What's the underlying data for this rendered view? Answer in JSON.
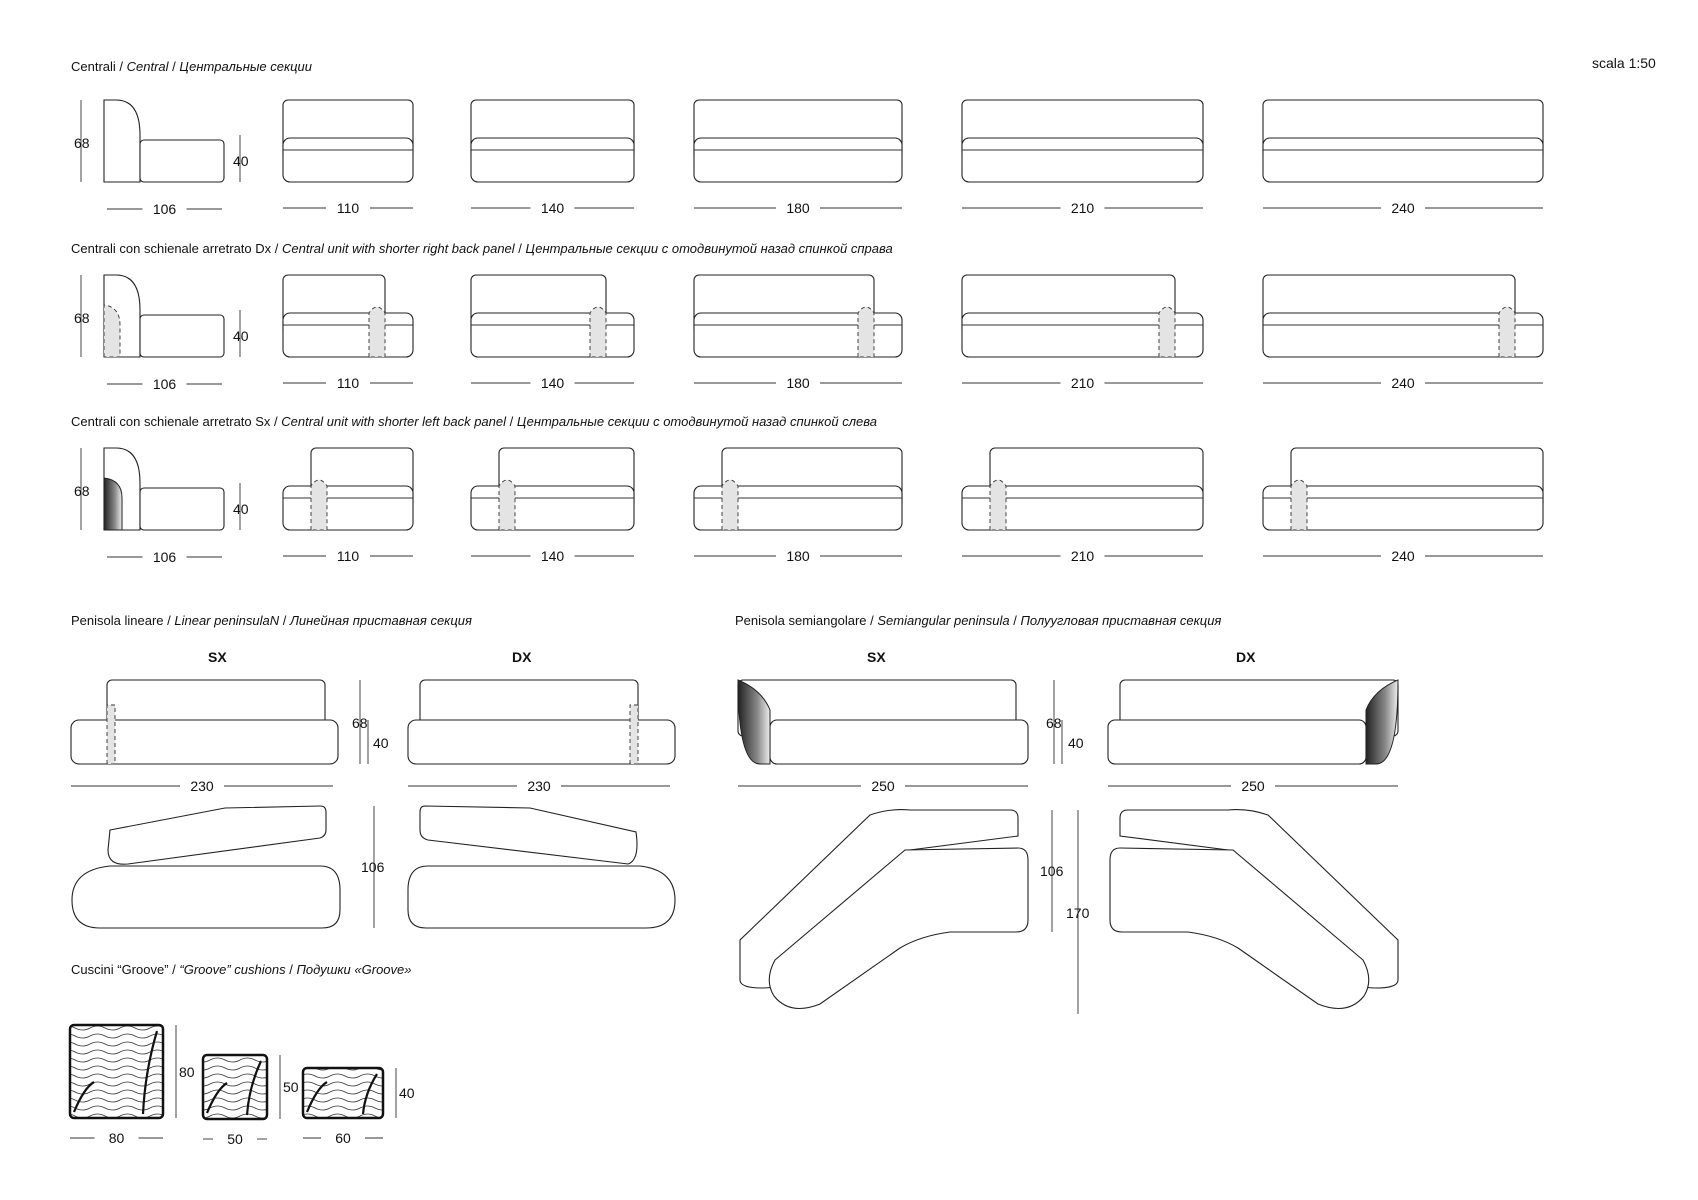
{
  "scale_label": "scala 1:50",
  "sections": {
    "central": {
      "it": "Centrali",
      "en": "Central",
      "ru": "Центральные секции"
    },
    "central_dx": {
      "it": "Centrali con schienale arretrato Dx",
      "en": "Central unit with shorter right back panel",
      "ru": "Центральные секции с отодвинутой назад спинкой справа"
    },
    "central_sx": {
      "it": "Centrali con schienale arretrato Sx",
      "en": "Central unit with shorter left back panel",
      "ru": "Центральные секции с отодвинутой назад спинкой слева"
    },
    "linear": {
      "it": "Penisola lineare",
      "en": "Linear peninsulaN",
      "ru": "Линейная приставная секция"
    },
    "semi": {
      "it": "Penisola semiangolare",
      "en": "Semiangular peninsula",
      "ru": "Полуугловая приставная секция"
    },
    "cushions": {
      "it": "Cuscini “Groove”",
      "en": "“Groove” cushions",
      "ru": "Подушки «Groove»"
    }
  },
  "widths": [
    "106",
    "110",
    "140",
    "180",
    "210",
    "240"
  ],
  "heights": {
    "back": "68",
    "seat": "40"
  },
  "peninsula": {
    "sx": "SX",
    "dx": "DX",
    "linear_width": "230",
    "linear_depth": "106",
    "semi_width": "250",
    "semi_depth1": "106",
    "semi_depth2": "170",
    "back": "68",
    "seat": "40"
  },
  "cushion_sizes": [
    {
      "w": "80",
      "h": "80"
    },
    {
      "w": "50",
      "h": "50"
    },
    {
      "w": "60",
      "h": "40"
    }
  ],
  "colors": {
    "line": "#222222",
    "hatch": "#e4e4e4"
  }
}
